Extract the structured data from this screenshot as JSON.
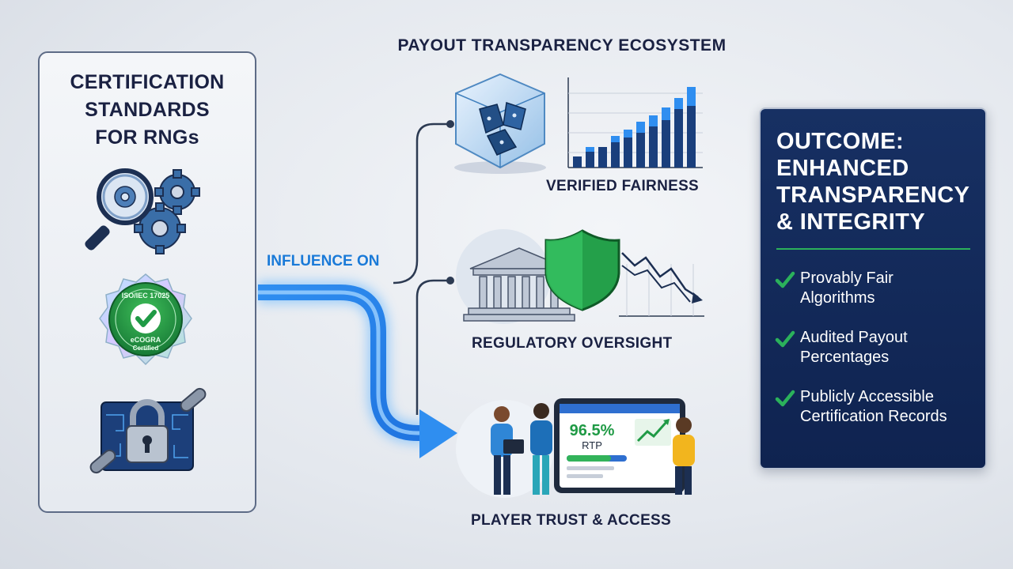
{
  "left_panel": {
    "title_lines": [
      "CERTIFICATION",
      "STANDARDS",
      "FOR RNGs"
    ],
    "icons": [
      "gears-magnifier-icon",
      "certification-seal-icon",
      "padlock-chain-icon"
    ],
    "badge": {
      "line1": "ISO/IEC 17025",
      "line2": "eCOGRA",
      "line3": "Certified"
    }
  },
  "ecosystem": {
    "title": "PAYOUT TRANSPARENCY ECOSYSTEM",
    "flow_label": "INFLUENCE ON",
    "nodes": [
      {
        "label": "VERIFIED FAIRNESS",
        "icon": "crystal-dice-bar-chart-icon"
      },
      {
        "label": "REGULATORY OVERSIGHT",
        "icon": "institution-shield-icon"
      },
      {
        "label": "PLAYER TRUST & ACCESS",
        "icon": "players-tablet-icon"
      }
    ],
    "tablet": {
      "rtp_value": "96.5%",
      "rtp_label": "RTP"
    }
  },
  "outcome": {
    "title_lines": [
      "OUTCOME:",
      "ENHANCED",
      "TRANSPARENCY",
      "& INTEGRITY"
    ],
    "items": [
      {
        "lines": [
          "Provably Fair",
          "Algorithms"
        ]
      },
      {
        "lines": [
          "Audited Payout",
          "Percentages"
        ]
      },
      {
        "lines": [
          "Publicly Accessible",
          "Certification Records"
        ]
      }
    ]
  },
  "colors": {
    "navy_text": "#1a2142",
    "accent_blue": "#1a7ad8",
    "outcome_bg": "#132a5c",
    "check_green": "#2bb15b"
  }
}
